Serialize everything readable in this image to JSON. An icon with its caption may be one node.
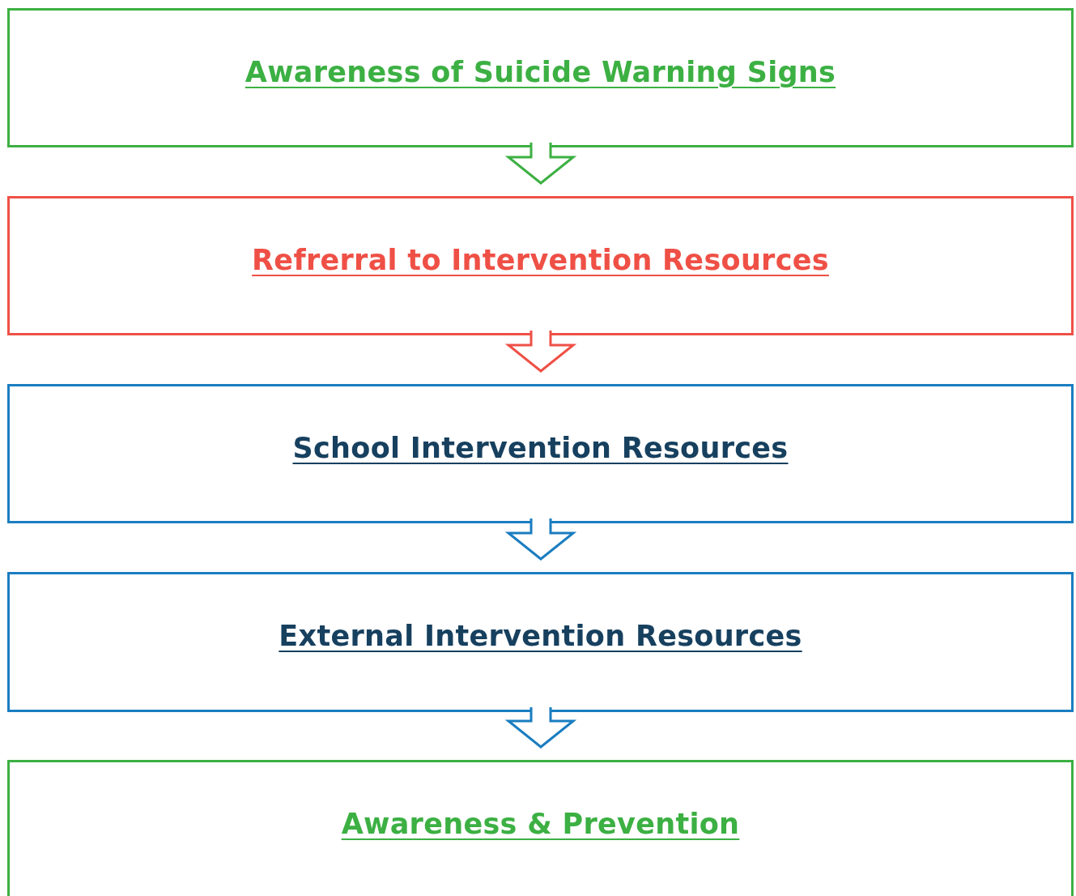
{
  "diagram": {
    "nodes": [
      {
        "text": [
          "Awareness of Suicide Warning Signs"
        ]
      },
      {
        "text": [
          "Refrerral to Intervention Resources"
        ]
      },
      {
        "text": [
          "School Intervention Resources"
        ]
      },
      {
        "text": [
          "External Intervention Resources"
        ]
      },
      {
        "text": [
          "Awareness & Prevention"
        ]
      }
    ],
    "edges": [
      {
        "from": 0,
        "to": 1,
        "arrow": "to",
        "color": "#3cb043"
      },
      {
        "from": 1,
        "to": 2,
        "arrow": "to",
        "color": "#ef5046"
      },
      {
        "from": 2,
        "to": 3,
        "arrow": "to",
        "color": "#1a7dc0"
      },
      {
        "from": 3,
        "to": 4,
        "arrow": "to",
        "color": "#1a7dc0"
      }
    ]
  }
}
